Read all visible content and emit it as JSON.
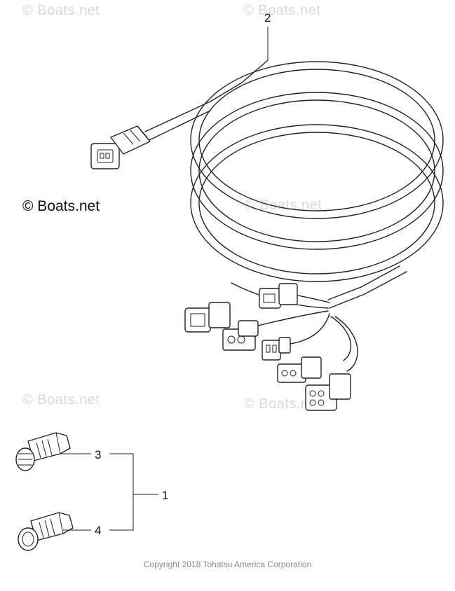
{
  "watermarks": [
    "© Boats.net",
    "© Boats.net",
    "© Boats.net",
    "© Boats.net",
    "© Boats.net"
  ],
  "copyright_mark": "© Boats.net",
  "callouts": {
    "part1": "1",
    "part2": "2",
    "part3": "3",
    "part4": "4"
  },
  "footer": "Copyright 2018 Tohatsu America Corporation",
  "colors": {
    "line": "#222222",
    "watermark": "#d9d9d9",
    "footer": "#8a8a8a"
  }
}
